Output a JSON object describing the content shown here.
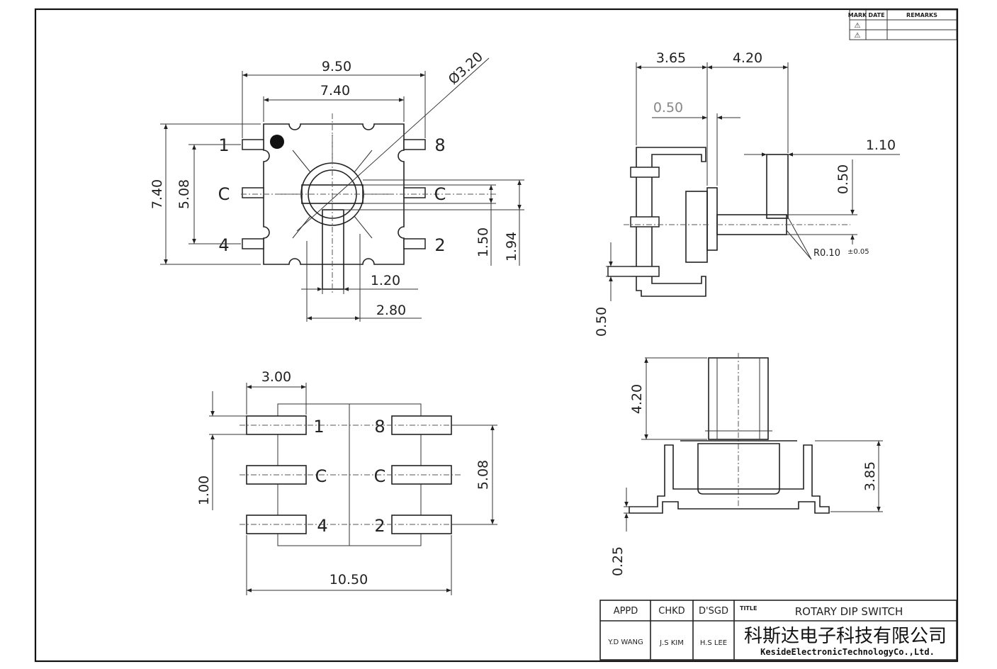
{
  "revision_table": {
    "headers": [
      "MARK",
      "DATE",
      "REMARKS"
    ],
    "marks": [
      "⚠",
      "⚠"
    ]
  },
  "top_view": {
    "dims": {
      "overall_width": "9.50",
      "body_width": "7.40",
      "knob_diameter": "Ø3.20",
      "body_height": "7.40",
      "pin_pitch": "5.08",
      "shaft_slot_1": "1.50",
      "shaft_slot_2": "1.94",
      "slot_width": "1.20",
      "slot_offset": "2.80"
    },
    "pins": {
      "p1": "1",
      "pc_left": "C",
      "p4": "4",
      "p8": "8",
      "pc_right": "C",
      "p2": "2"
    }
  },
  "side_view": {
    "dims": {
      "a": "3.65",
      "b": "4.20",
      "c": "0.50",
      "d": "1.10",
      "e": "0.50",
      "radius": "R0.10",
      "radius_tol": "±0.05",
      "f": "0.50"
    }
  },
  "footprint_view": {
    "dims": {
      "pad_length": "3.00",
      "pad_height": "1.00",
      "pitch": "5.08",
      "overall": "10.50"
    },
    "pins": {
      "p1": "1",
      "pc_left": "C",
      "p4": "4",
      "p8": "8",
      "pc_right": "C",
      "p2": "2"
    }
  },
  "front_view": {
    "dims": {
      "shaft_height": "4.20",
      "body_height": "3.85",
      "lead_thickness": "0.25"
    }
  },
  "title_block": {
    "appd_label": "APPD",
    "chkd_label": "CHKD",
    "dsgd_label": "D'SGD",
    "title_label": "TITLE",
    "title": "ROTARY DIP SWITCH",
    "appd_name": "Y.D WANG",
    "chkd_name": "J.S KIM",
    "dsgd_name": "H.S LEE",
    "company_cn": "科斯达电子科技有限公司",
    "company_en": "KesideElectronicTechnologyCo.,Ltd."
  }
}
